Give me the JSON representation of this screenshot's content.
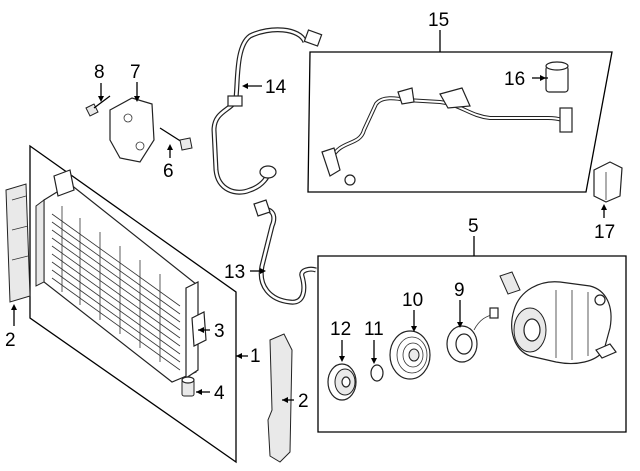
{
  "callouts": {
    "c1": "1",
    "c2a": "2",
    "c2b": "2",
    "c3": "3",
    "c4": "4",
    "c5": "5",
    "c6": "6",
    "c7": "7",
    "c8": "8",
    "c9": "9",
    "c10": "10",
    "c11": "11",
    "c12": "12",
    "c13": "13",
    "c14": "14",
    "c15": "15",
    "c16": "16",
    "c17": "17"
  },
  "icons": [
    "condenser",
    "side-seal",
    "bracket",
    "bolt",
    "hose",
    "compressor",
    "pulley",
    "clutch-hub",
    "o-ring",
    "coil",
    "receiver-drier",
    "sensor"
  ]
}
